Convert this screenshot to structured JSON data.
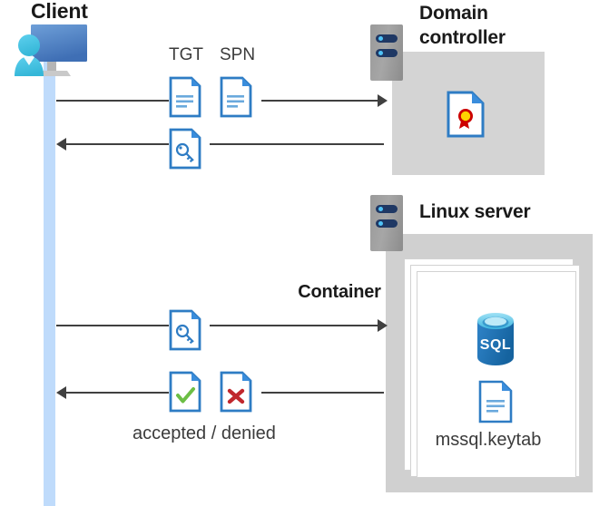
{
  "diagram": {
    "title_client": "Client",
    "title_domain_controller": "Domain\ncontroller",
    "title_domain_controller_line1": "Domain",
    "title_domain_controller_line2": "controller",
    "title_linux_server": "Linux server",
    "title_container": "Container"
  },
  "labels": {
    "tgt": "TGT",
    "spn": "SPN",
    "accepted_denied": "accepted / denied",
    "keytab": "mssql.keytab"
  },
  "icons": {
    "client": "user-monitor-icon",
    "server_rack": "server-rack-icon",
    "certificate_doc": "certificate-document-icon",
    "ticket_doc": "text-document-icon",
    "key_doc": "key-document-icon",
    "accepted_doc": "checkmark-document-icon",
    "denied_doc": "x-mark-document-icon",
    "sql_database": "sql-database-icon",
    "keytab_doc": "text-document-icon"
  },
  "flows": [
    {
      "id": "flow-1",
      "direction": "right",
      "from": "client",
      "to": "domain-controller",
      "payload": "TGT + SPN"
    },
    {
      "id": "flow-2",
      "direction": "left",
      "from": "domain-controller",
      "to": "client",
      "payload": "service ticket"
    },
    {
      "id": "flow-3",
      "direction": "right",
      "from": "client",
      "to": "linux-server",
      "payload": "service ticket"
    },
    {
      "id": "flow-4",
      "direction": "left",
      "from": "linux-server",
      "to": "client",
      "payload": "accepted / denied"
    }
  ],
  "colors": {
    "lifeline": "#bfdbfb",
    "server_box": "#d4d4d4",
    "doc_blue": "#2e7cc4",
    "doc_fold": "#3a8ddc",
    "sql_blue": "#1f6fb5",
    "accent_green": "#6cbe45",
    "accent_red": "#c0272d",
    "seal_gold": "#ffd400",
    "seal_red": "#cc0000",
    "arrow": "#404040",
    "rack_slot": "#1f3864",
    "rack_led": "#4fc3f7"
  }
}
